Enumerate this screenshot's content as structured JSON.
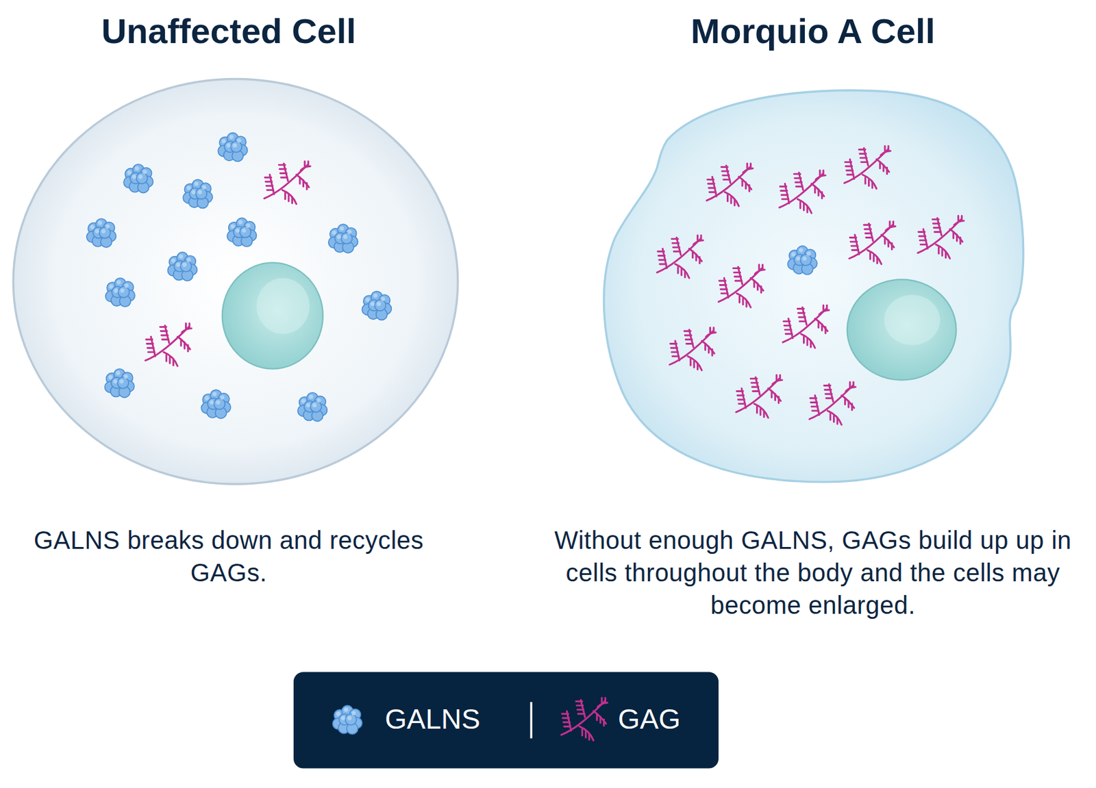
{
  "diagram": {
    "nodes": [
      {
        "text": [
          "Unaffected Cell",
          "GALNS breaks down and recycles GAGs."
        ]
      },
      {
        "text": [
          "Morquio A Cell",
          "Without enough GALNS, GAGs build up up in cells throughout the body and the cells may become enlarged."
        ]
      }
    ],
    "edges": [],
    "legend": [
      {
        "text": "GALNS"
      },
      {
        "text": "GAG"
      }
    ]
  }
}
